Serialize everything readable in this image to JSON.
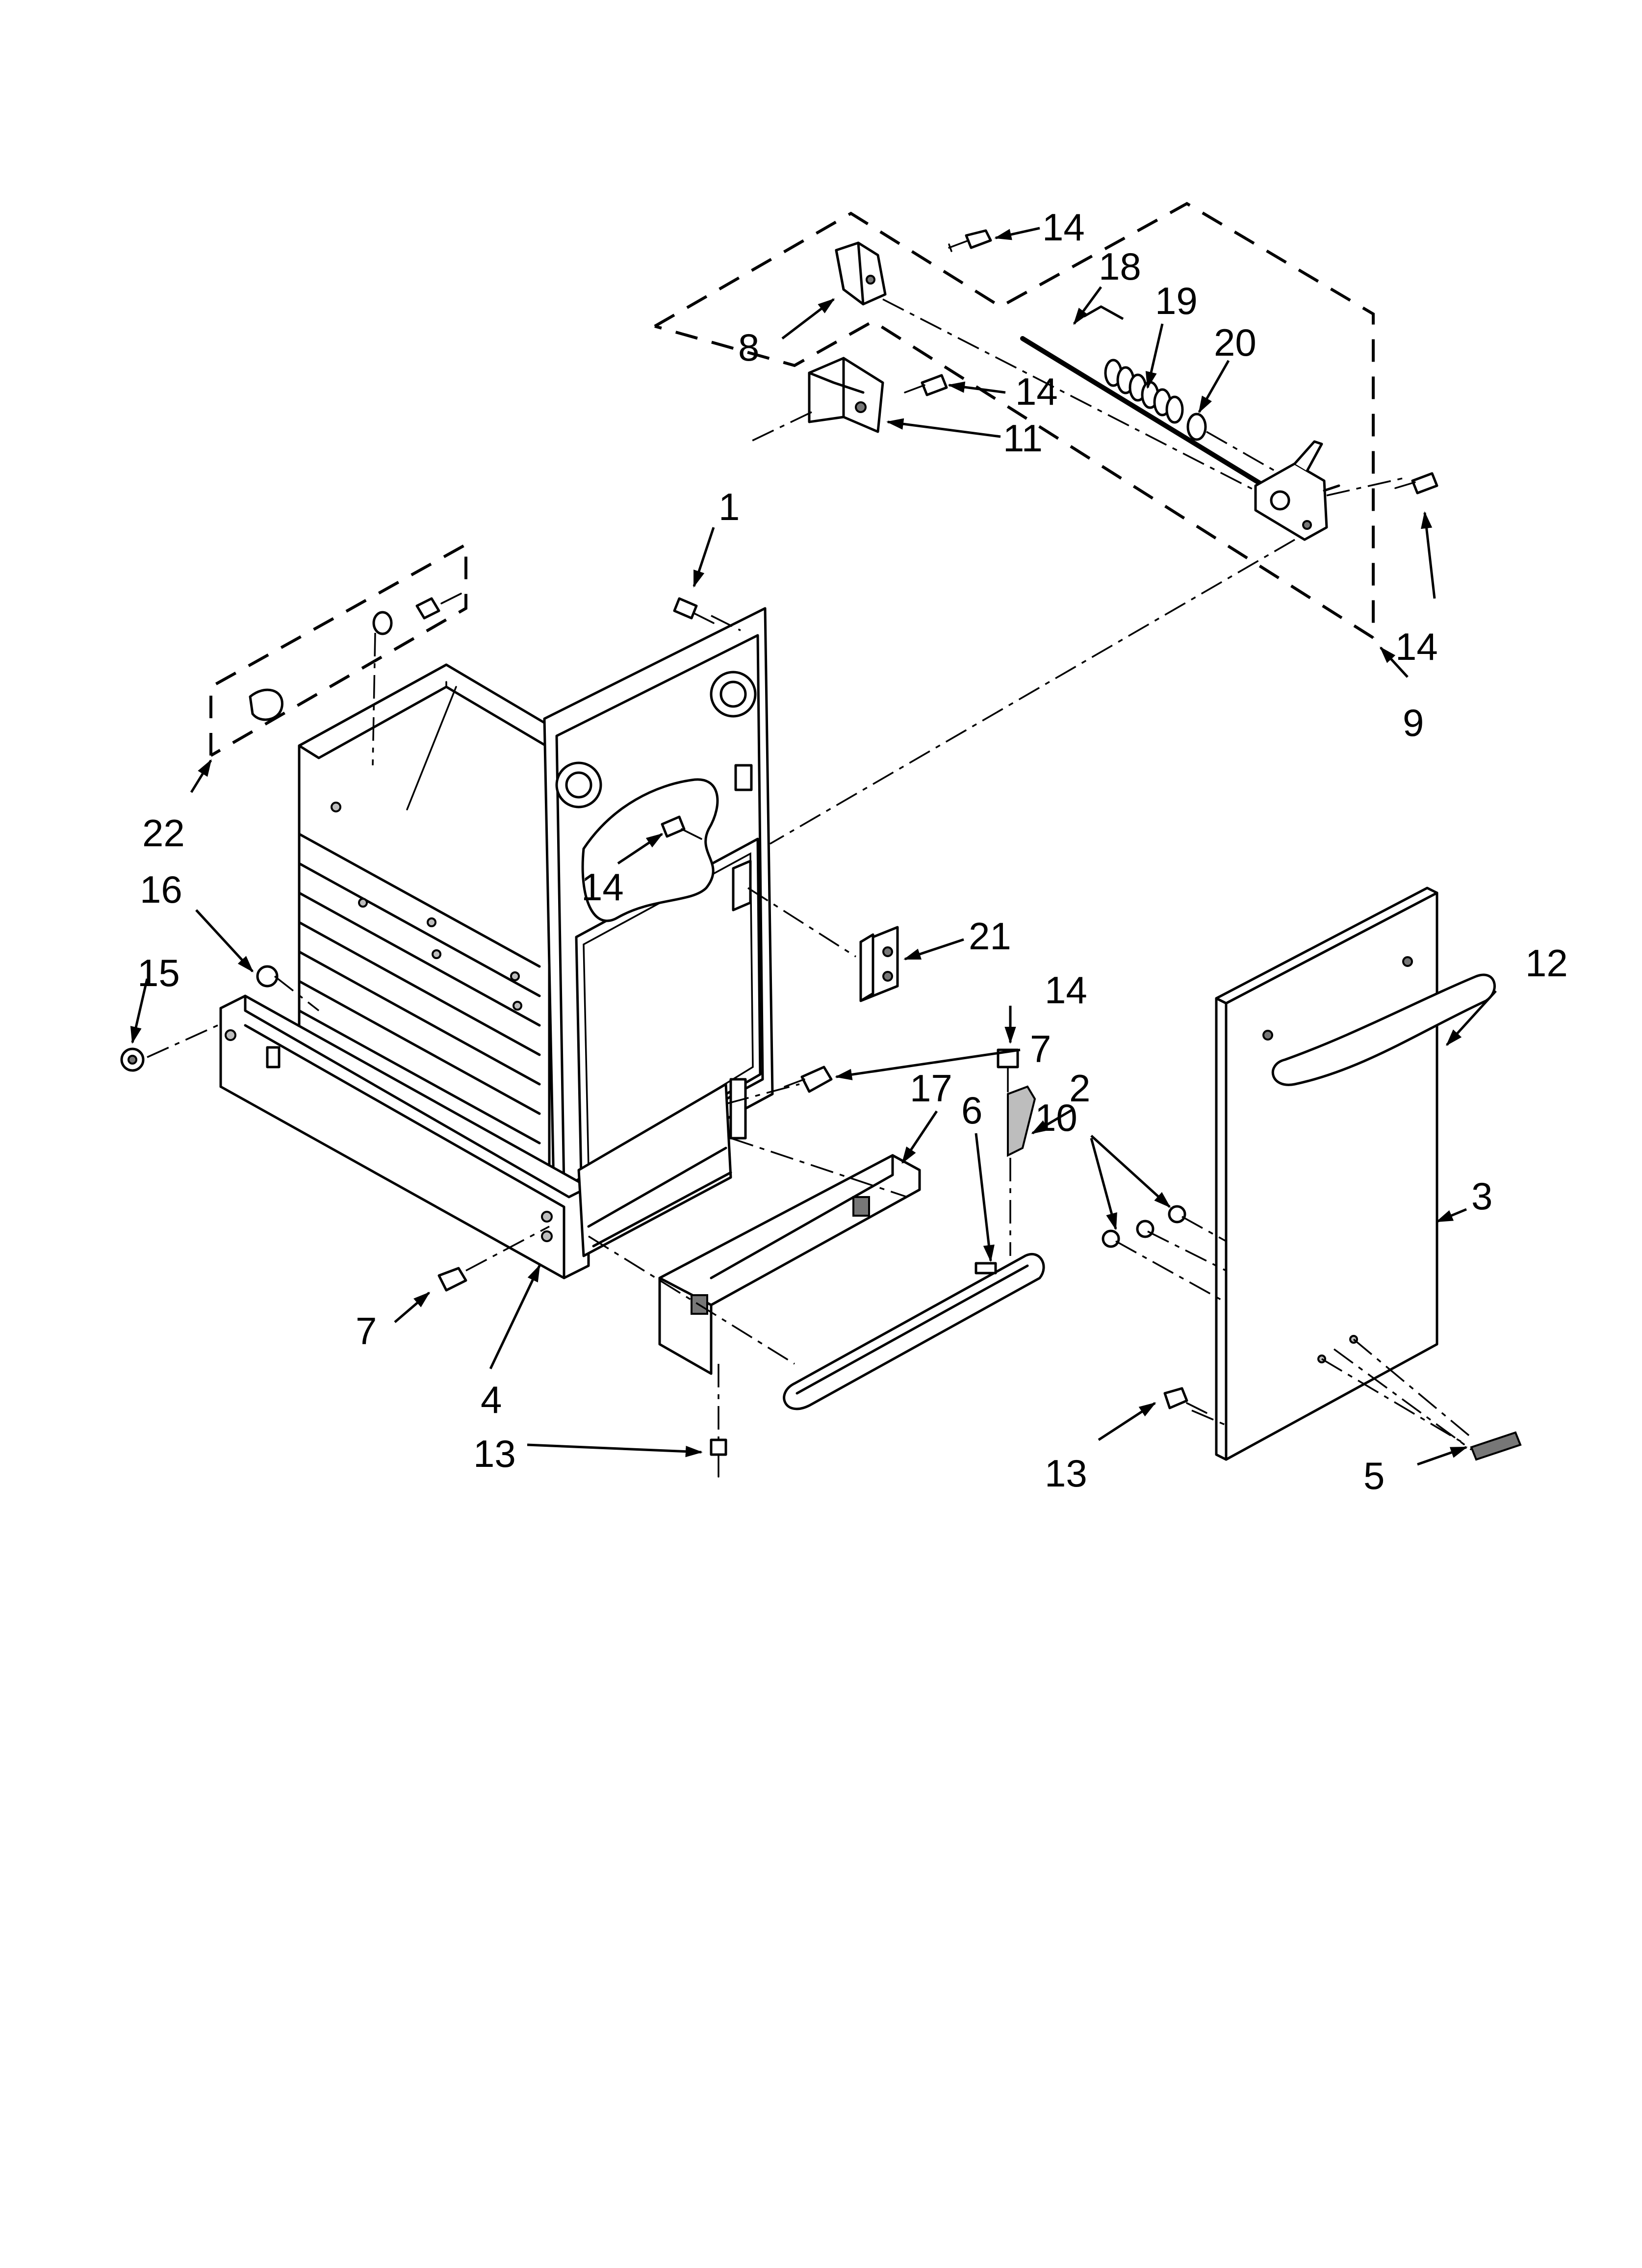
{
  "callouts": {
    "c1": "1",
    "c2": "2",
    "c3": "3",
    "c4": "4",
    "c5": "5",
    "c6": "6",
    "c7a": "7",
    "c7b": "7",
    "c8": "8",
    "c9": "9",
    "c10": "10",
    "c11": "11",
    "c12": "12",
    "c13a": "13",
    "c13b": "13",
    "c14a": "14",
    "c14b": "14",
    "c14c": "14",
    "c14d": "14",
    "c14e": "14",
    "c15": "15",
    "c16": "16",
    "c17": "17",
    "c18": "18",
    "c19": "19",
    "c20": "20",
    "c21": "21",
    "c22": "22"
  }
}
